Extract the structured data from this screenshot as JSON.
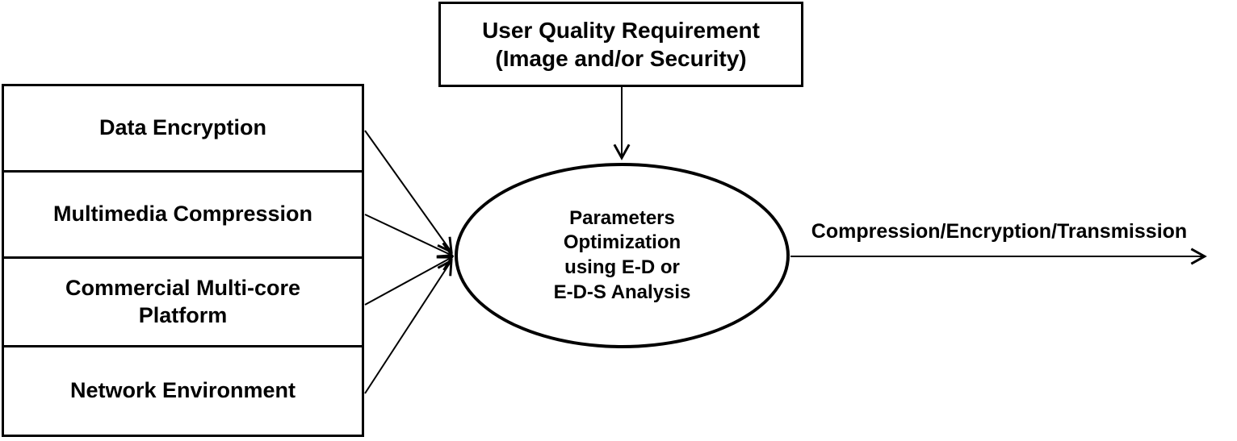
{
  "nodes": {
    "inputs": [
      {
        "label": "Data Encryption"
      },
      {
        "label": "Multimedia Compression"
      },
      {
        "label": "Commercial Multi-core Platform"
      },
      {
        "label": "Network Environment"
      }
    ],
    "requirement": {
      "lines": [
        "User Quality Requirement",
        "(Image and/or Security)"
      ]
    },
    "process": {
      "lines": [
        "Parameters",
        "Optimization",
        "using E-D or",
        "E-D-S  Analysis"
      ]
    },
    "output_label": "Compression/Encryption/Transmission"
  },
  "colors": {
    "stroke": "#000000",
    "background": "#ffffff",
    "text": "#000000"
  }
}
